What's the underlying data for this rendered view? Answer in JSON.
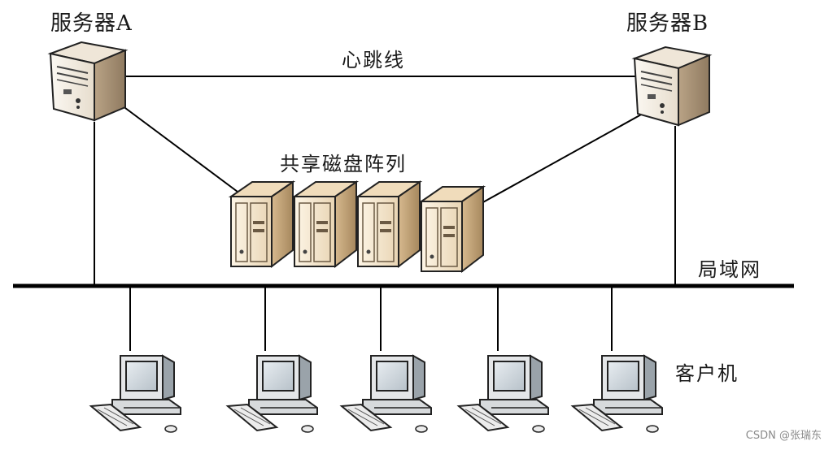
{
  "labels": {
    "server_a": "服务器A",
    "server_b": "服务器B",
    "heartbeat": "心跳线",
    "disk_array": "共享磁盘阵列",
    "lan": "局域网",
    "clients": "客户机"
  },
  "watermark": "CSDN @张瑞东",
  "colors": {
    "line": "#000000",
    "server_face": "#f4efe7",
    "server_side": "#c8b49a",
    "disk_face": "#f3e6cf",
    "disk_side": "#c9a77a",
    "monitor_screen": "#cfd6dc"
  }
}
